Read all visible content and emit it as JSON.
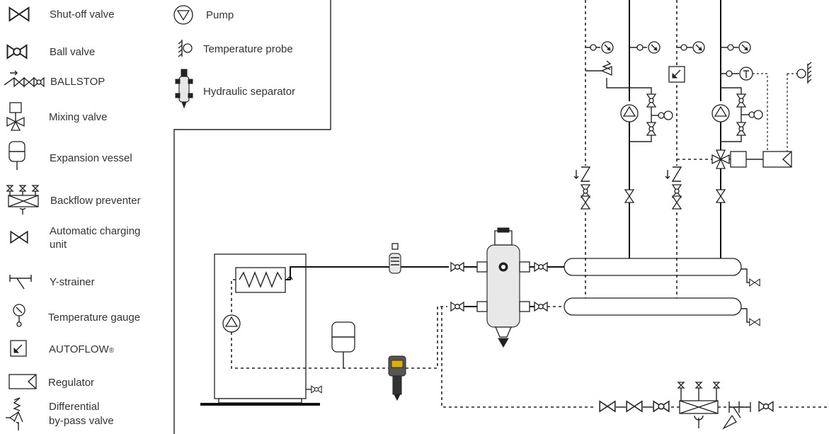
{
  "legend": {
    "items": [
      {
        "id": "shutoff",
        "label": "Shut-off valve"
      },
      {
        "id": "ball",
        "label": "Ball valve"
      },
      {
        "id": "ballstop",
        "label": "BALLSTOP"
      },
      {
        "id": "mixing",
        "label": "Mixing valve"
      },
      {
        "id": "expansion",
        "label": "Expansion vessel"
      },
      {
        "id": "backflow",
        "label": "Backflow preventer"
      },
      {
        "id": "autocharge",
        "label": [
          "Automatic charging",
          "unit"
        ]
      },
      {
        "id": "ystrainer",
        "label": "Y-strainer"
      },
      {
        "id": "tgauge",
        "label": "Temperature gauge"
      },
      {
        "id": "autoflow",
        "label": "AUTOFLOW",
        "mark": "®"
      },
      {
        "id": "regulator",
        "label": "Regulator"
      },
      {
        "id": "diffbypass",
        "label": [
          "Differential",
          "by-pass valve"
        ]
      },
      {
        "id": "pump",
        "label": "Pump"
      },
      {
        "id": "tprobe",
        "label": "Temperature probe"
      },
      {
        "id": "hsep",
        "label": "Hydraulic separator"
      }
    ]
  },
  "colors": {
    "line": "#222222",
    "text": "#333333",
    "boiler_fill": "#ffffff",
    "component_fill": "#e8e8e8",
    "strainer_accent": "#e0b000"
  }
}
